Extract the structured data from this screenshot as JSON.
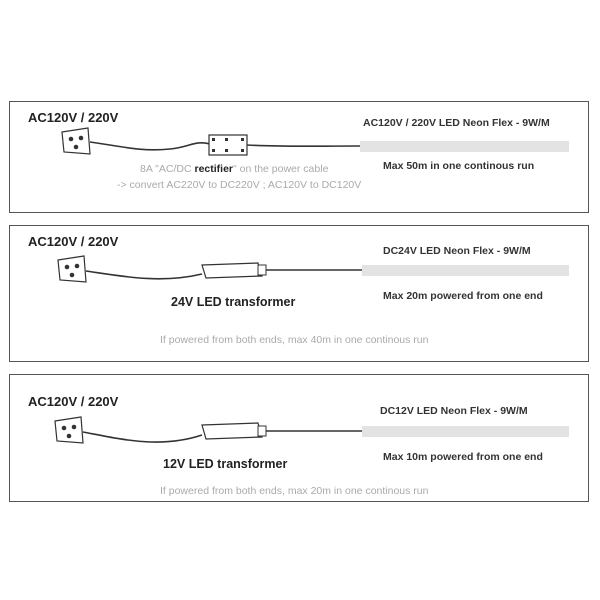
{
  "panels": [
    {
      "title": "AC120V / 220V",
      "strip_label": "AC120V / 220V  LED Neon Flex  - 9W/M",
      "run_label": "Max 50m in one continous run",
      "rectifier_note_a": "8A  \"AC/DC",
      "rectifier_note_b": "rectifier",
      "rectifier_note_c": "\" on the power cable",
      "rectifier_note_line2": "-> convert AC220V  to DC220V  ; AC120V  to DC120V"
    },
    {
      "title": "AC120V / 220V",
      "strip_label": "DC24V LED Neon Flex - 9W/M",
      "run_label": "Max 20m powered from one end",
      "transformer_label": "24V LED transformer",
      "note": "If powered from both ends, max 40m in one continous run"
    },
    {
      "title": "AC120V / 220V",
      "strip_label": "DC12V LED Neon Flex - 9W/M",
      "run_label": "Max 10m powered from one end",
      "transformer_label": "12V LED transformer",
      "note": "If powered from both ends, max 20m in one continous run"
    }
  ],
  "colors": {
    "border": "#555555",
    "strip": "#e3e3e3",
    "note_text": "#aaaaaa",
    "cable": "#333333"
  }
}
